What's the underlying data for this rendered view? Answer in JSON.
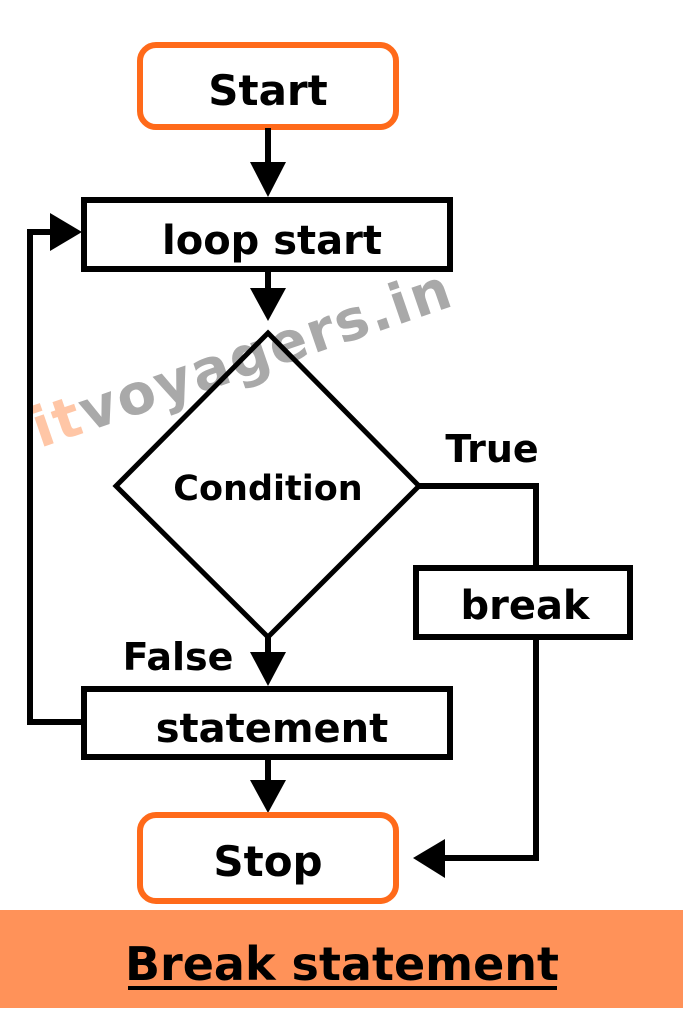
{
  "diagram": {
    "start": "Start",
    "loop_start": "loop start",
    "condition": "Condition",
    "true_label": "True",
    "false_label": "False",
    "break_label": "break",
    "statement": "statement",
    "stop": "Stop"
  },
  "watermark": {
    "prefix": "it",
    "rest": "voyagers.in"
  },
  "banner": {
    "title": "Break statement"
  },
  "colors": {
    "accent": "#ff6a1a",
    "banner": "#ff9259",
    "watermark": "#a9a9a9",
    "watermark_prefix": "#ffc6a6"
  }
}
